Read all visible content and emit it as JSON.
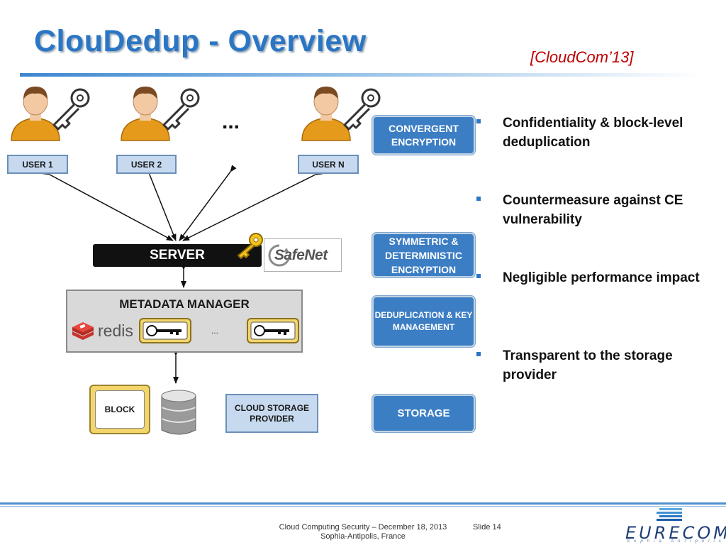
{
  "slide": {
    "title": "ClouDedup - Overview",
    "citation": "[CloudCom’13]"
  },
  "diagram": {
    "users": [
      {
        "label": "USER 1"
      },
      {
        "label": "USER 2"
      },
      {
        "label": "USER N"
      }
    ],
    "users_ellipsis": "...",
    "server": {
      "label": "SERVER"
    },
    "hsm_logo": {
      "text": "SafeNet"
    },
    "metadata_manager": {
      "title": "METADATA MANAGER",
      "db_logo_text": "redis",
      "keys_ellipsis": "..."
    },
    "block": {
      "label": "BLOCK"
    },
    "cloud_storage_provider": {
      "label": "CLOUD STORAGE PROVIDER"
    }
  },
  "steps": [
    {
      "label": "CONVERGENT ENCRYPTION"
    },
    {
      "label": "SYMMETRIC & DETERMINISTIC ENCRYPTION"
    },
    {
      "label": "DEDUPLICATION & KEY MANAGEMENT"
    },
    {
      "label": "STORAGE"
    }
  ],
  "bullets": [
    {
      "text": "Confidentiality & block-level deduplication"
    },
    {
      "text": "Countermeasure against CE vulnerability"
    },
    {
      "text": "Negligible performance impact"
    },
    {
      "text": "Transparent to the storage provider"
    }
  ],
  "footer": {
    "line1": "Cloud Computing Security – December 18, 2013",
    "line2": "Sophia-Antipolis, France",
    "slide_number": "Slide 14",
    "logo_text": "EURECOM",
    "logo_subtext": "Sophia Antipolis"
  },
  "colors": {
    "title_blue": "#2a76c4",
    "citation_red": "#c00000",
    "step_box_blue": "#3c7ec4",
    "user_label_fill": "#c6d9ef",
    "key_gold": "#f3d56c"
  }
}
